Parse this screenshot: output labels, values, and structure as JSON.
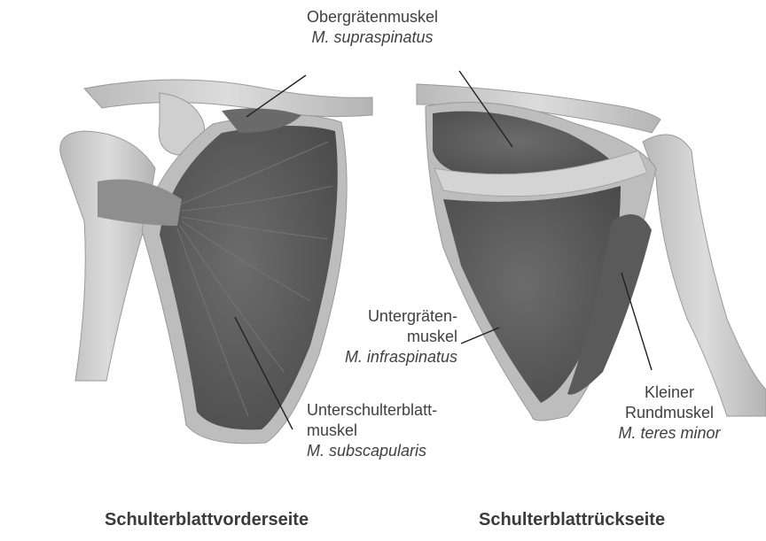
{
  "labels": {
    "supraspinatus": {
      "line1": "Obergrätenmuskel",
      "latin": "M. supraspinatus"
    },
    "infraspinatus": {
      "line1": "Untergräten-",
      "line2": "muskel",
      "latin": "M. infraspinatus"
    },
    "subscapularis": {
      "line1": "Unterschulterblatt-",
      "line2": "muskel",
      "latin": "M. subscapularis"
    },
    "teres_minor": {
      "line1": "Kleiner",
      "line2": "Rundmuskel",
      "latin": "M. teres minor"
    }
  },
  "captions": {
    "front": "Schulterblattvorderseite",
    "back": "Schulterblattrückseite"
  }
}
